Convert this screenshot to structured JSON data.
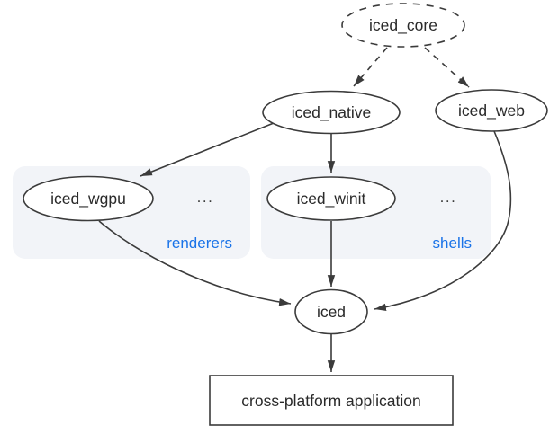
{
  "diagram": {
    "description": "iced library ecosystem dependency graph",
    "nodes": {
      "iced_core": {
        "label": "iced_core",
        "shape": "ellipse",
        "border": "dashed"
      },
      "iced_native": {
        "label": "iced_native",
        "shape": "ellipse",
        "border": "solid"
      },
      "iced_web": {
        "label": "iced_web",
        "shape": "ellipse",
        "border": "solid"
      },
      "iced_wgpu": {
        "label": "iced_wgpu",
        "shape": "ellipse",
        "border": "solid"
      },
      "iced_winit": {
        "label": "iced_winit",
        "shape": "ellipse",
        "border": "solid"
      },
      "iced": {
        "label": "iced",
        "shape": "ellipse",
        "border": "solid"
      },
      "application": {
        "label": "cross-platform application",
        "shape": "rectangle",
        "border": "solid"
      }
    },
    "groups": {
      "renderers": {
        "label": "renderers",
        "more_indicator": "...",
        "contains": [
          "iced_wgpu"
        ]
      },
      "shells": {
        "label": "shells",
        "more_indicator": "...",
        "contains": [
          "iced_winit"
        ]
      }
    },
    "edges": [
      {
        "from": "iced_core",
        "to": "iced_native",
        "style": "dashed"
      },
      {
        "from": "iced_core",
        "to": "iced_web",
        "style": "dashed"
      },
      {
        "from": "iced_native",
        "to": "iced_wgpu",
        "style": "solid"
      },
      {
        "from": "iced_native",
        "to": "iced_winit",
        "style": "solid"
      },
      {
        "from": "iced_wgpu",
        "to": "iced",
        "style": "solid"
      },
      {
        "from": "iced_winit",
        "to": "iced",
        "style": "solid"
      },
      {
        "from": "iced_web",
        "to": "iced",
        "style": "solid"
      },
      {
        "from": "iced",
        "to": "application",
        "style": "solid"
      }
    ],
    "colors": {
      "stroke": "#3b3b3b",
      "text": "#2a2a2a",
      "group_fill": "#f2f4f8",
      "group_label": "#1a73e8",
      "node_fill": "#ffffff",
      "background": "#ffffff"
    }
  }
}
